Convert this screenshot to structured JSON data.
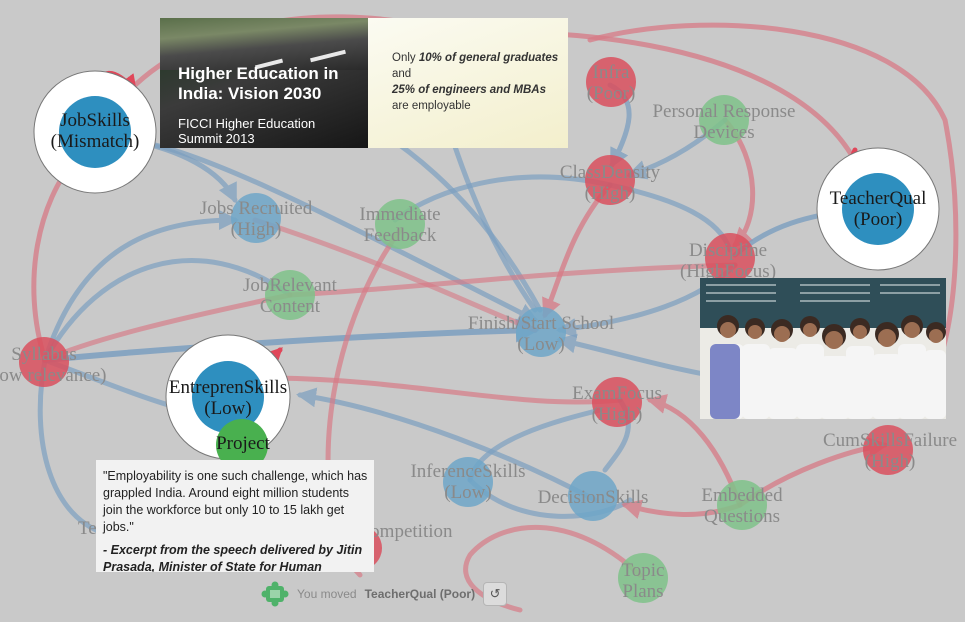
{
  "nodes": [
    {
      "id": "jobskills",
      "title": "JobSkills",
      "state": "(Mismatch)",
      "color": "#2e8fbf",
      "highlighted": true
    },
    {
      "id": "teacherqual",
      "title": "TeacherQual",
      "state": "(Poor)",
      "color": "#2e8fbf",
      "highlighted": true
    },
    {
      "id": "entrepren",
      "title": "EntreprenSkills",
      "state": "(Low)",
      "color": "#2e8fbf",
      "highlighted": true
    },
    {
      "id": "infra",
      "title": "Infra",
      "state": "(Poor)",
      "color": "#d9505e"
    },
    {
      "id": "personal",
      "title": "Personal Response",
      "state": "Devices",
      "color": "#7fc28a"
    },
    {
      "id": "classdensity",
      "title": "ClassDensity",
      "state": "(High)",
      "color": "#d9505e"
    },
    {
      "id": "jobsrecruited",
      "title": "Jobs Recruited",
      "state": "(High)",
      "color": "#6fa6c8"
    },
    {
      "id": "immediate",
      "title": "Immediate",
      "state": "Feedback",
      "color": "#7fc28a"
    },
    {
      "id": "discipline",
      "title": "Discipline",
      "state": "(HighFocus)",
      "color": "#d9505e"
    },
    {
      "id": "jobrelevant",
      "title": "JobRelevant",
      "state": "Content",
      "color": "#7fc28a"
    },
    {
      "id": "finish",
      "title": "Finish/Start School",
      "state": "(Low)",
      "color": "#6fa6c8"
    },
    {
      "id": "syllabus",
      "title": "Syllabus",
      "state": "(Low relevance)",
      "color": "#d9505e"
    },
    {
      "id": "examfocus",
      "title": "ExamFocus",
      "state": "(High)",
      "color": "#d9505e"
    },
    {
      "id": "cumskills",
      "title": "CumSkillsFailure",
      "state": "(High)",
      "color": "#d9505e"
    },
    {
      "id": "project",
      "title": "Project",
      "state": "",
      "color": "#49b04f"
    },
    {
      "id": "inference",
      "title": "InferenceSkills",
      "state": "(Low)",
      "color": "#6fa6c8"
    },
    {
      "id": "decision",
      "title": "DecisionSkills",
      "state": "",
      "color": "#6fa6c8"
    },
    {
      "id": "embedded",
      "title": "Embedded",
      "state": "Questions",
      "color": "#7fc28a"
    },
    {
      "id": "competition",
      "title": "Competition",
      "state": "",
      "color": "#d9505e"
    },
    {
      "id": "topic",
      "title": "Topic",
      "state": "Plans",
      "color": "#7fc28a"
    },
    {
      "id": "te",
      "title": "Te",
      "state": "",
      "color": "#6fa6c8"
    }
  ],
  "colors": {
    "positive": "#d77a86",
    "negative": "#7c9fc0",
    "accent_arrow": "#e0475a"
  },
  "banner": {
    "title": "Higher Education in\nIndia: Vision  2030",
    "subtitle": "FICCI Higher Education\nSummit 2013",
    "line1_pre": "Only ",
    "line1_em": "10% of general graduates",
    "line2": "and",
    "line3_em": "25% of engineers and MBAs",
    "line4": "are employable"
  },
  "quote": {
    "text": "\"Employability is one such challenge, which has grappled India. Around eight million students join the workforce but only 10 to 15 lakh get jobs.\"",
    "excerpt": "- Excerpt from the speech delivered by Jitin Prasada, Minister of State for Human Resource Development at"
  },
  "status": {
    "prefix": "You moved",
    "name": "TeacherQual (Poor)",
    "undo_icon": "undo-icon"
  }
}
